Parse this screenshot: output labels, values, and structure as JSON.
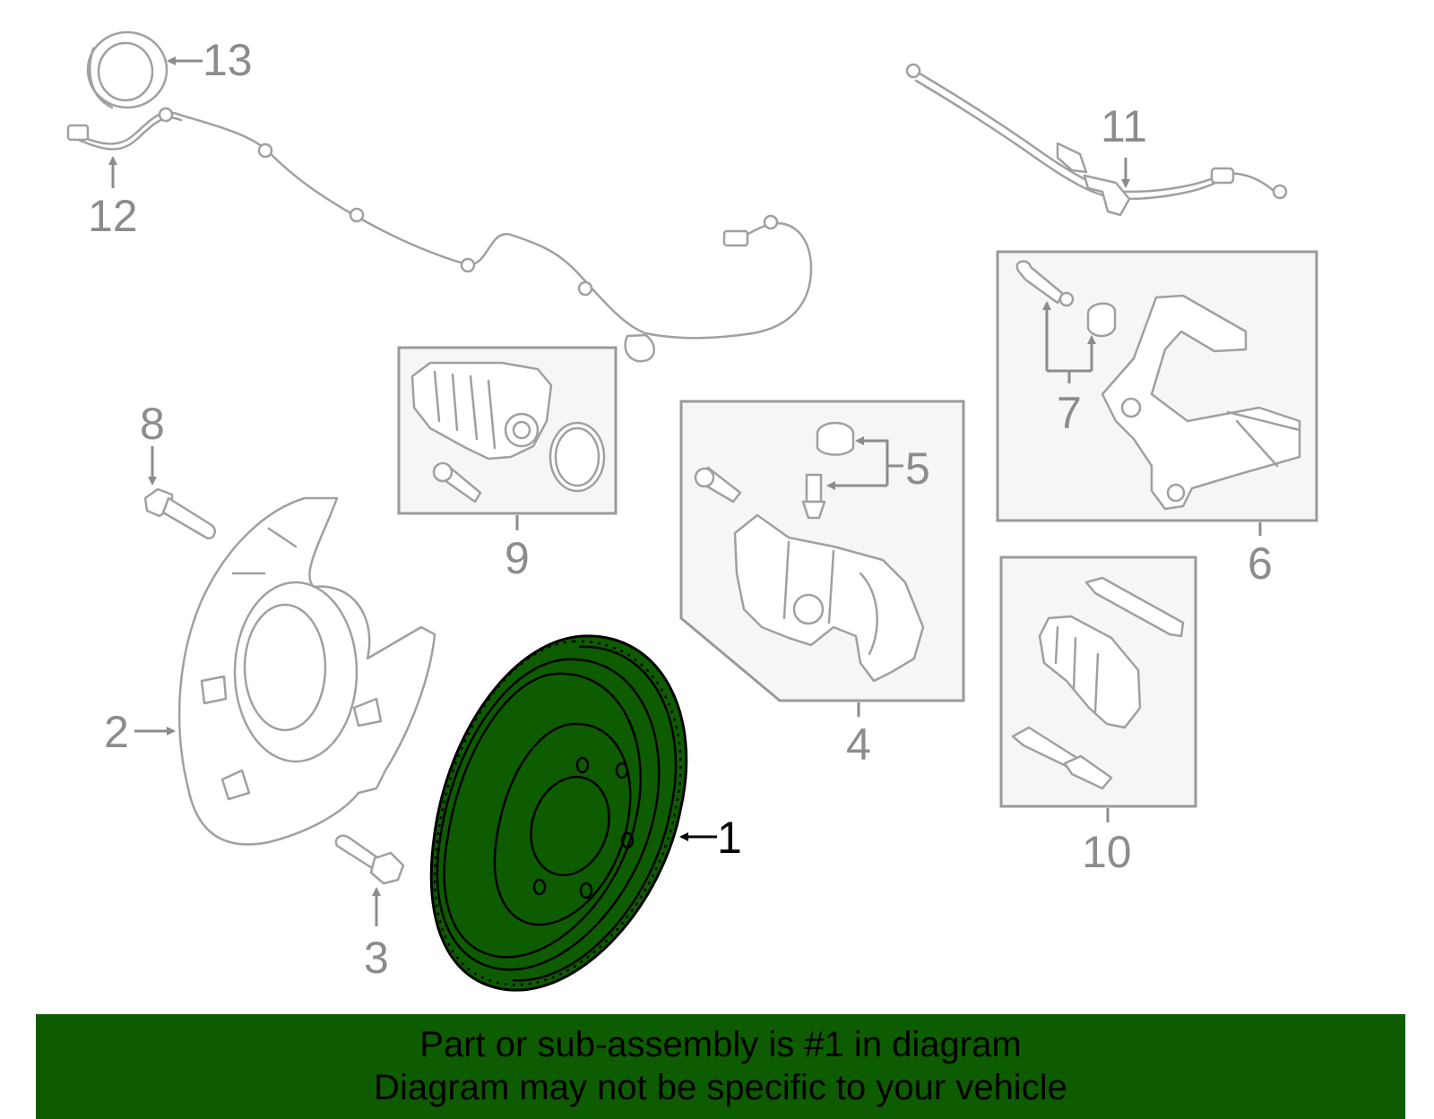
{
  "callouts": {
    "c1": "1",
    "c2": "2",
    "c3": "3",
    "c4": "4",
    "c5": "5",
    "c6": "6",
    "c7": "7",
    "c8": "8",
    "c9": "9",
    "c10": "10",
    "c11": "11",
    "c12": "12",
    "c13": "13"
  },
  "highlight": {
    "part_number": "1",
    "color": "#0e5c00"
  },
  "banner": {
    "line1": "Part or sub-assembly is #1 in diagram",
    "line2": "Diagram may not be specific to your vehicle"
  }
}
